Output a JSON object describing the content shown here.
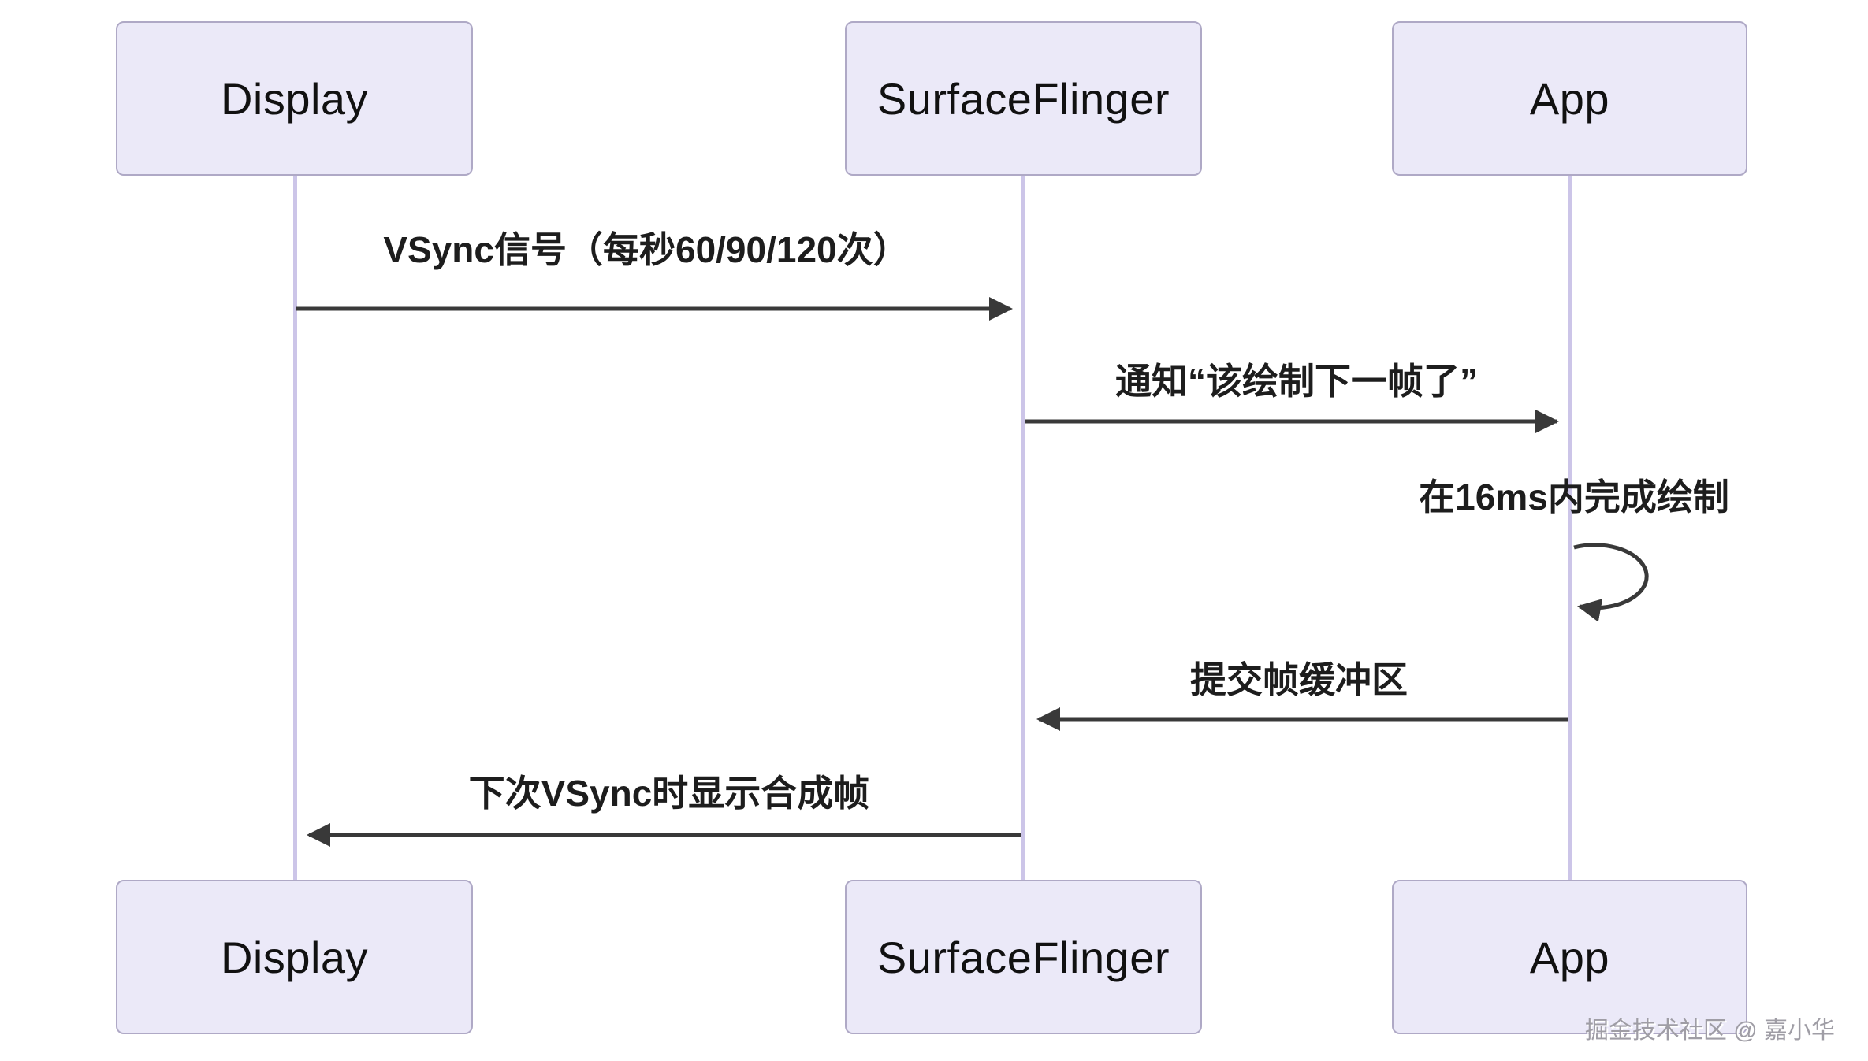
{
  "diagram": {
    "type": "sequence-diagram",
    "actors": [
      {
        "id": "display",
        "label": "Display"
      },
      {
        "id": "surfaceflinger",
        "label": "SurfaceFlinger"
      },
      {
        "id": "app",
        "label": "App"
      }
    ],
    "messages": [
      {
        "from": "Display",
        "to": "SurfaceFlinger",
        "label": "VSync信号（每秒60/90/120次）",
        "type": "solid-arrow"
      },
      {
        "from": "SurfaceFlinger",
        "to": "App",
        "label": "通知“该绘制下一帧了”",
        "type": "solid-arrow"
      },
      {
        "from": "App",
        "to": "App",
        "label": "在16ms内完成绘制",
        "type": "self-loop"
      },
      {
        "from": "App",
        "to": "SurfaceFlinger",
        "label": "提交帧缓冲区",
        "type": "solid-arrow"
      },
      {
        "from": "SurfaceFlinger",
        "to": "Display",
        "label": "下次VSync时显示合成帧",
        "type": "solid-arrow"
      }
    ],
    "watermark": "掘金技术社区 @ 嘉小华"
  },
  "colors": {
    "actor_fill": "#EBE9F8",
    "actor_border": "#AFA9C6",
    "lifeline": "#CCC5E8",
    "arrow": "#393939",
    "text": "#1d1d1d",
    "watermark": "#9f9da5",
    "background": "#ffffff"
  }
}
